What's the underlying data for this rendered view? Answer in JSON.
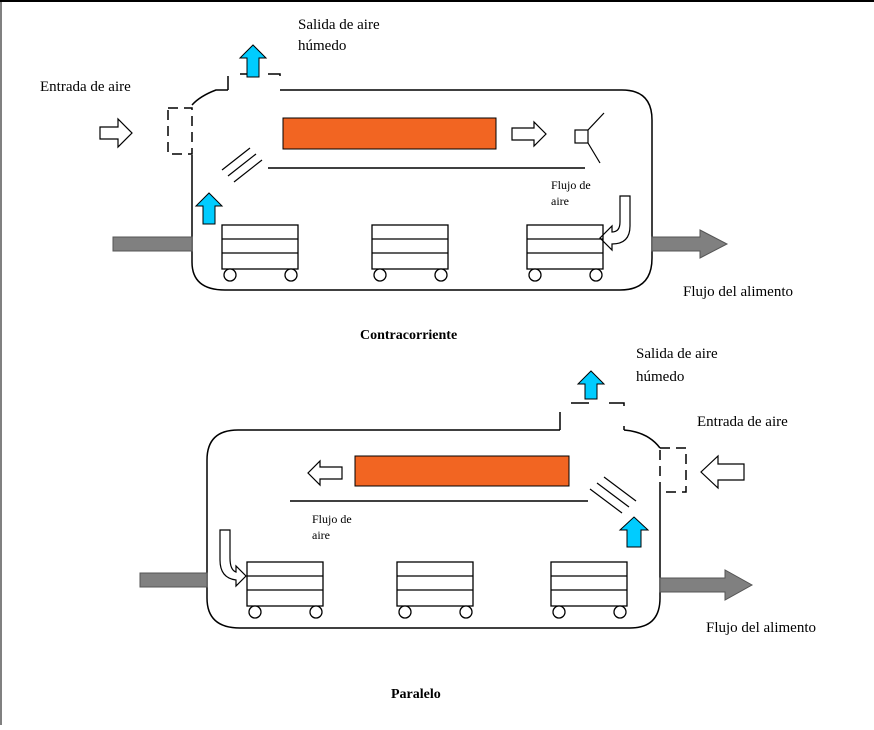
{
  "colors": {
    "heater": "#f26522",
    "air_arrow": "#00ccff",
    "gray_arrow": "#808080",
    "line": "#000000"
  },
  "diagrams": [
    {
      "caption": "Contracorriente",
      "air_in": "Entrada de aire",
      "air_out": [
        "Salida de aire",
        "húmedo"
      ],
      "air_flow": [
        "Flujo de",
        "aire"
      ],
      "food_flow": "Flujo del alimento"
    },
    {
      "caption": "Paralelo",
      "air_in": "Entrada de aire",
      "air_out": [
        "Salida de aire",
        "húmedo"
      ],
      "air_flow": [
        "Flujo de",
        "aire"
      ],
      "food_flow": "Flujo del alimento"
    }
  ]
}
